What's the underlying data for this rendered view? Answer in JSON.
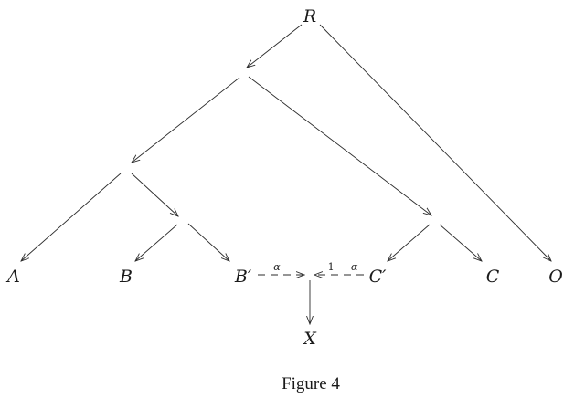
{
  "nodes": {
    "R": "R",
    "A": "A",
    "B": "B",
    "B_prime": "B′",
    "C_prime": "C′",
    "C": "C",
    "O": "O",
    "X": "X"
  },
  "edge_labels": {
    "alpha": "α",
    "one_minus_alpha_num": "1",
    "one_minus_alpha_minus": "−−",
    "one_minus_alpha_greek": "α"
  },
  "caption": "Figure 4"
}
